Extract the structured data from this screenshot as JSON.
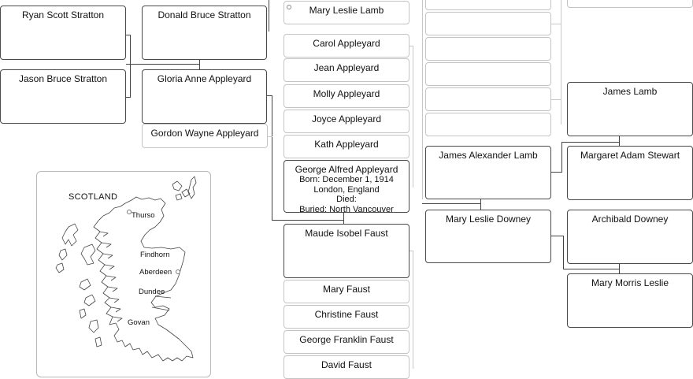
{
  "people": {
    "ryan": {
      "name": "Ryan Scott Stratton"
    },
    "jason": {
      "name": "Jason Bruce Stratton"
    },
    "donald": {
      "name": "Donald Bruce Stratton"
    },
    "gloria": {
      "name": "Gloria Anne Appleyard"
    },
    "gordon": {
      "name": "Gordon Wayne Appleyard"
    },
    "mary_leslie_lamb": {
      "name": "Mary Leslie Lamb"
    },
    "carol": {
      "name": "Carol Appleyard"
    },
    "jean": {
      "name": "Jean Appleyard"
    },
    "molly": {
      "name": "Molly Appleyard"
    },
    "joyce": {
      "name": "Joyce Appleyard"
    },
    "kath": {
      "name": "Kath Appleyard"
    },
    "george_alfred": {
      "name": "George Alfred Appleyard",
      "born": "Born: December 1, 1914",
      "place": "London, England",
      "died": "Died:",
      "buried": "Buried: North Vancouver"
    },
    "maude": {
      "name": "Maude Isobel Faust"
    },
    "mary_faust": {
      "name": "Mary Faust"
    },
    "christine": {
      "name": "Christine Faust"
    },
    "george_franklin": {
      "name": "George Franklin Faust"
    },
    "david": {
      "name": "David Faust"
    },
    "james_alexander": {
      "name": "James Alexander Lamb"
    },
    "mary_leslie_downey": {
      "name": "Mary Leslie Downey"
    },
    "james_lamb": {
      "name": "James Lamb"
    },
    "margaret": {
      "name": "Margaret Adam Stewart"
    },
    "archibald": {
      "name": "Archibald Downey"
    },
    "mary_morris": {
      "name": "Mary Morris Leslie"
    }
  },
  "map": {
    "title": "SCOTLAND",
    "cities": {
      "thurso": "Thurso",
      "findhorn": "Findhorn",
      "aberdeen": "Aberdeen",
      "dundee": "Dundee",
      "govan": "Govan"
    }
  }
}
